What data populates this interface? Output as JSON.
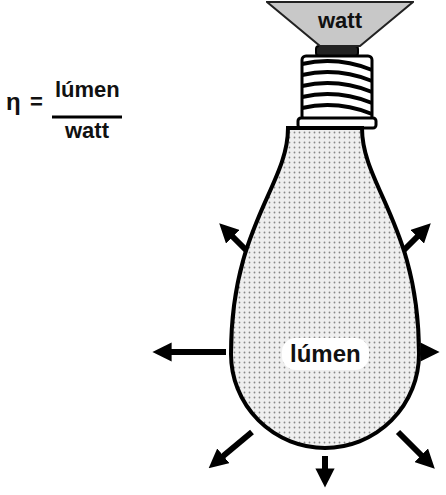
{
  "diagram": {
    "nodes": [
      {
        "text": [
          "watt"
        ]
      },
      {
        "text": [
          "lúmen"
        ]
      }
    ],
    "labels": [
      "η",
      "=",
      "lúmen",
      "watt"
    ]
  }
}
